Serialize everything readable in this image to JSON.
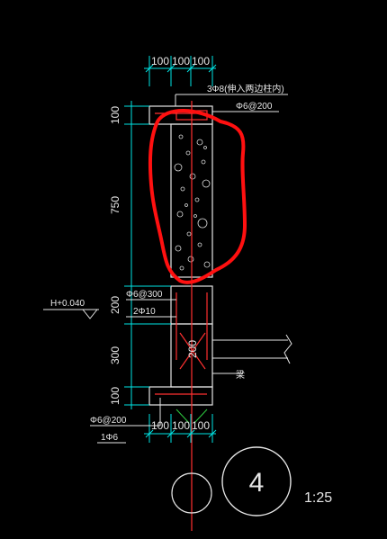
{
  "colors": {
    "background": "#000000",
    "outline": "#e6e6e6",
    "dimension": "#00e5e5",
    "rebar": "#ff3030",
    "annotation_loop": "#ff1010",
    "fill_dots": "#d8d8d8",
    "ground_green": "#2ecc40",
    "text": "#e6e6e6"
  },
  "dims": {
    "top": [
      "100",
      "100",
      "100"
    ],
    "bottom": [
      "100",
      "100",
      "100"
    ],
    "vertical": [
      "100",
      "750",
      "200",
      "300",
      "100"
    ],
    "slab_depth": "200"
  },
  "labels": {
    "top_rebar": "3Φ8(伸入两边柱内)",
    "top_stirrup": "Φ6@200",
    "mid_stirrup": "Φ6@300",
    "mid_bars": "2Φ10",
    "elevation": "H+0.040",
    "beam": "梁",
    "bottom_stirrup": "Φ6@200",
    "bottom_bar": "1Φ6",
    "section_number": "4",
    "scale": "1:25"
  }
}
